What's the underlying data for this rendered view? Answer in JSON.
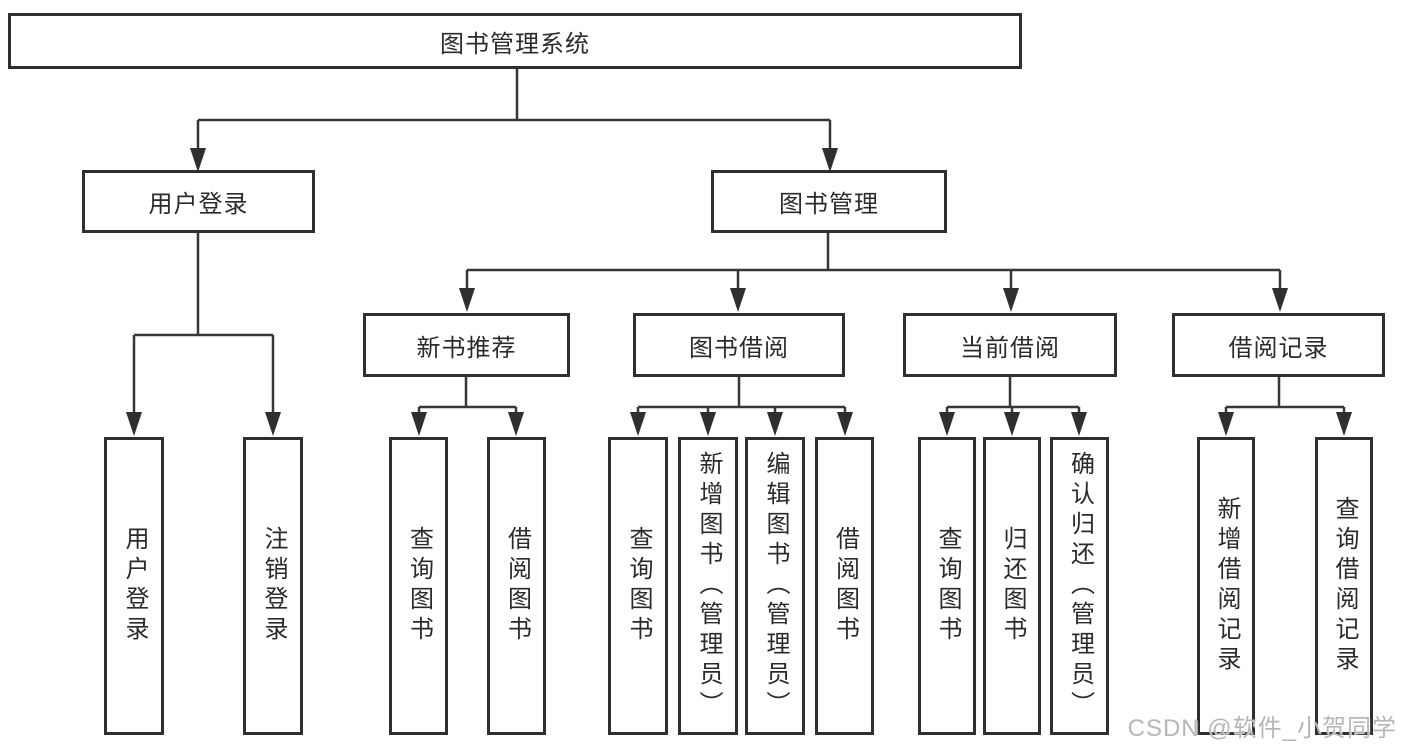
{
  "diagram": {
    "root": {
      "label": "图书管理系统"
    },
    "branches": [
      {
        "label": "用户登录"
      },
      {
        "label": "图书管理"
      }
    ],
    "modules": [
      {
        "label": "新书推荐"
      },
      {
        "label": "图书借阅"
      },
      {
        "label": "当前借阅"
      },
      {
        "label": "借阅记录"
      }
    ],
    "leaves": [
      {
        "label": "用户登录"
      },
      {
        "label": "注销登录"
      },
      {
        "label": "查询图书"
      },
      {
        "label": "借阅图书"
      },
      {
        "label": "查询图书"
      },
      {
        "label": "新增图书（管理员）"
      },
      {
        "label": "编辑图书（管理员）"
      },
      {
        "label": "借阅图书"
      },
      {
        "label": "查询图书"
      },
      {
        "label": "归还图书"
      },
      {
        "label": "确认归还（管理员）"
      },
      {
        "label": "新增借阅记录"
      },
      {
        "label": "查询借阅记录"
      }
    ]
  },
  "watermark": {
    "text": "CSDN @软件_小贺同学"
  },
  "colors": {
    "line": "#373737",
    "border": "#2f2f2f",
    "background": "#ffffff",
    "watermark": "#b6b6b6"
  }
}
